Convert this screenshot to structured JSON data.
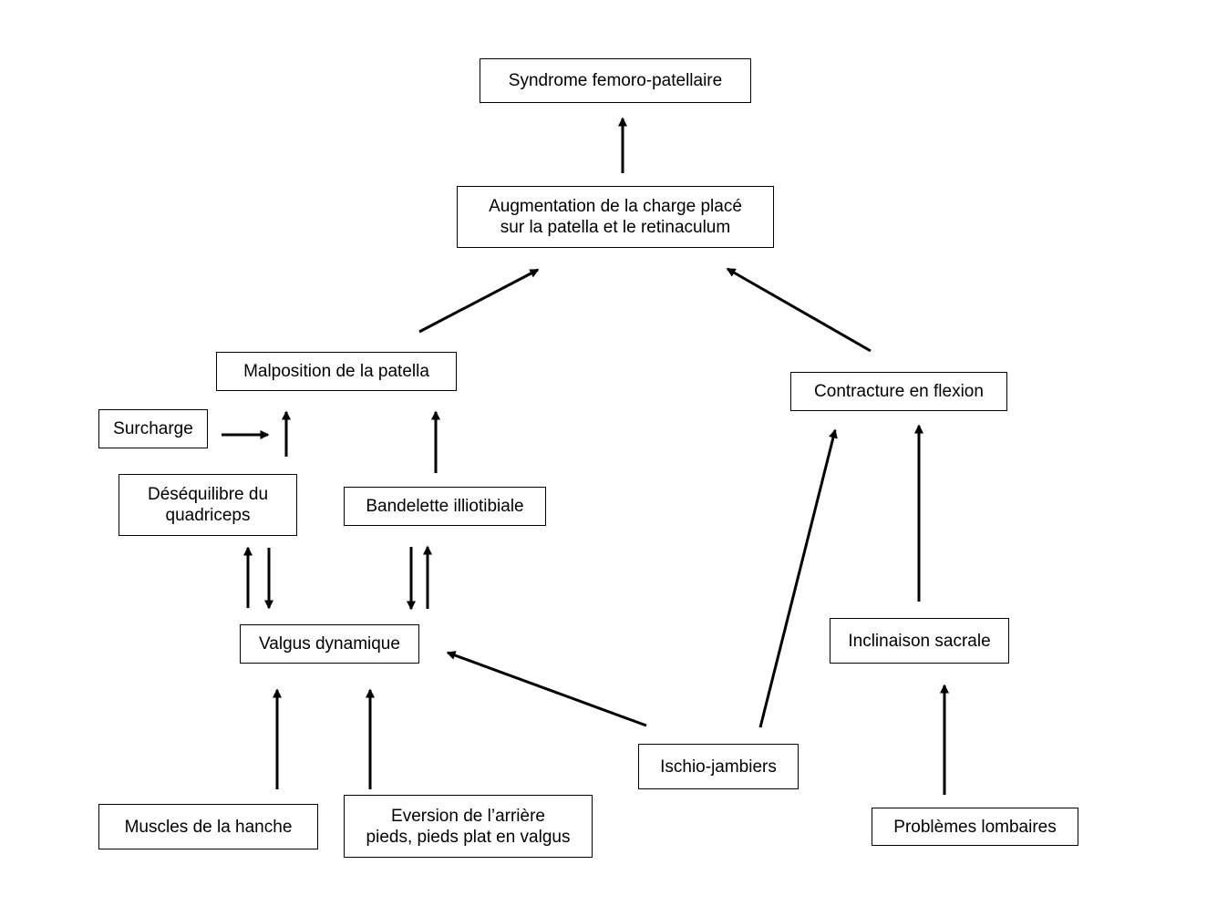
{
  "diagram": {
    "nodes": {
      "syndrome": {
        "lines": [
          "Syndrome femoro-patellaire"
        ]
      },
      "augmentation": {
        "lines": [
          "Augmentation de la charge placé",
          "sur la patella et le retinaculum"
        ]
      },
      "malposition": {
        "lines": [
          "Malposition de la patella"
        ]
      },
      "contracture": {
        "lines": [
          "Contracture en flexion"
        ]
      },
      "surcharge": {
        "lines": [
          "Surcharge"
        ]
      },
      "desequilibre": {
        "lines": [
          "Déséquilibre du",
          "quadriceps"
        ]
      },
      "bandelette": {
        "lines": [
          "Bandelette illiotibiale"
        ]
      },
      "valgus": {
        "lines": [
          "Valgus dynamique"
        ]
      },
      "inclinaison": {
        "lines": [
          "Inclinaison sacrale"
        ]
      },
      "ischio": {
        "lines": [
          "Ischio-jambiers"
        ]
      },
      "muscles_hanche": {
        "lines": [
          "Muscles de la hanche"
        ]
      },
      "eversion": {
        "lines": [
          "Eversion de l’arrière",
          "pieds, pieds plat en valgus"
        ]
      },
      "lombaires": {
        "lines": [
          "Problèmes lombaires"
        ]
      }
    },
    "edges": [
      {
        "from": "augmentation",
        "to": "syndrome"
      },
      {
        "from": "malposition",
        "to": "augmentation"
      },
      {
        "from": "contracture",
        "to": "augmentation"
      },
      {
        "from": "surcharge",
        "to": "malposition"
      },
      {
        "from": "desequilibre",
        "to": "malposition"
      },
      {
        "from": "bandelette",
        "to": "malposition"
      },
      {
        "from": "valgus",
        "to": "desequilibre"
      },
      {
        "from": "desequilibre",
        "to": "valgus"
      },
      {
        "from": "bandelette",
        "to": "valgus"
      },
      {
        "from": "valgus",
        "to": "bandelette"
      },
      {
        "from": "muscles_hanche",
        "to": "valgus"
      },
      {
        "from": "eversion",
        "to": "valgus"
      },
      {
        "from": "ischio",
        "to": "valgus"
      },
      {
        "from": "ischio",
        "to": "contracture"
      },
      {
        "from": "inclinaison",
        "to": "contracture"
      },
      {
        "from": "lombaires",
        "to": "inclinaison"
      }
    ]
  }
}
